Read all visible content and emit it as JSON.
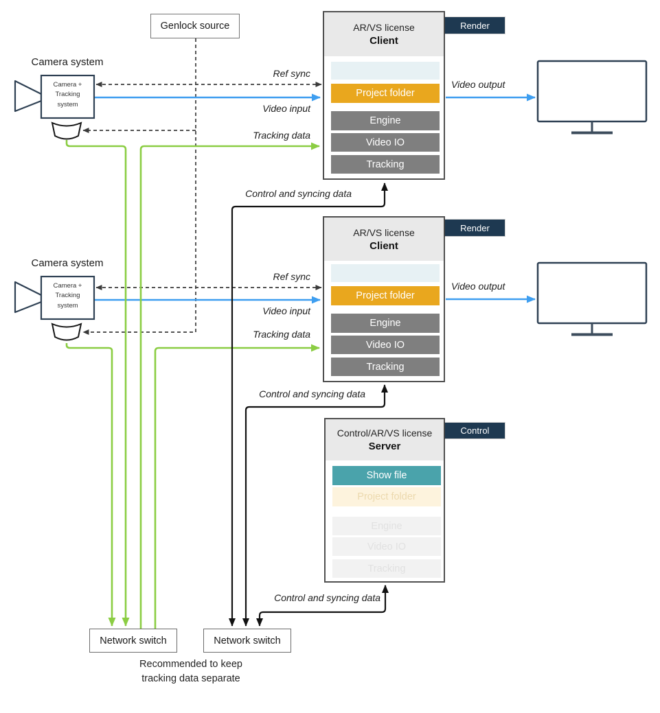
{
  "genlock": {
    "label": "Genlock source"
  },
  "cameras": [
    {
      "title": "Camera system",
      "line1": "Camera +",
      "line2": "Tracking",
      "line3": "system"
    },
    {
      "title": "Camera system",
      "line1": "Camera +",
      "line2": "Tracking",
      "line3": "system"
    }
  ],
  "clients": [
    {
      "license": "AR/VS license",
      "role": "Client",
      "tag": "Render",
      "modules": {
        "project": "Project folder",
        "engine": "Engine",
        "video_io": "Video IO",
        "tracking": "Tracking"
      }
    },
    {
      "license": "AR/VS license",
      "role": "Client",
      "tag": "Render",
      "modules": {
        "project": "Project folder",
        "engine": "Engine",
        "video_io": "Video IO",
        "tracking": "Tracking"
      }
    }
  ],
  "server": {
    "license": "Control/AR/VS license",
    "role": "Server",
    "tag": "Control",
    "modules": {
      "show_file": "Show file",
      "project": "Project folder",
      "engine": "Engine",
      "video_io": "Video IO",
      "tracking": "Tracking"
    }
  },
  "labels": {
    "ref_sync": "Ref sync",
    "video_input": "Video input",
    "tracking_data": "Tracking data",
    "video_output": "Video output",
    "control_sync": "Control and syncing data"
  },
  "switches": [
    {
      "label": "Network switch"
    },
    {
      "label": "Network switch"
    }
  ],
  "note": {
    "line1": "Recommended to keep",
    "line2": "tracking data separate"
  },
  "colors": {
    "navy_tag": "#1e3951",
    "outline_navy": "#2e4053",
    "module_gray": "#7f7f7f",
    "orange": "#e9a71e",
    "teal": "#4aa3ab",
    "light_blue": "#e7f1f4",
    "faded_cream": "#fdf3dd",
    "header_gray": "#e9e9e9",
    "green_line": "#8bcd43",
    "blue_line": "#3e9ef0",
    "black_line": "#111111",
    "dashed_line": "#3a3a3a"
  }
}
